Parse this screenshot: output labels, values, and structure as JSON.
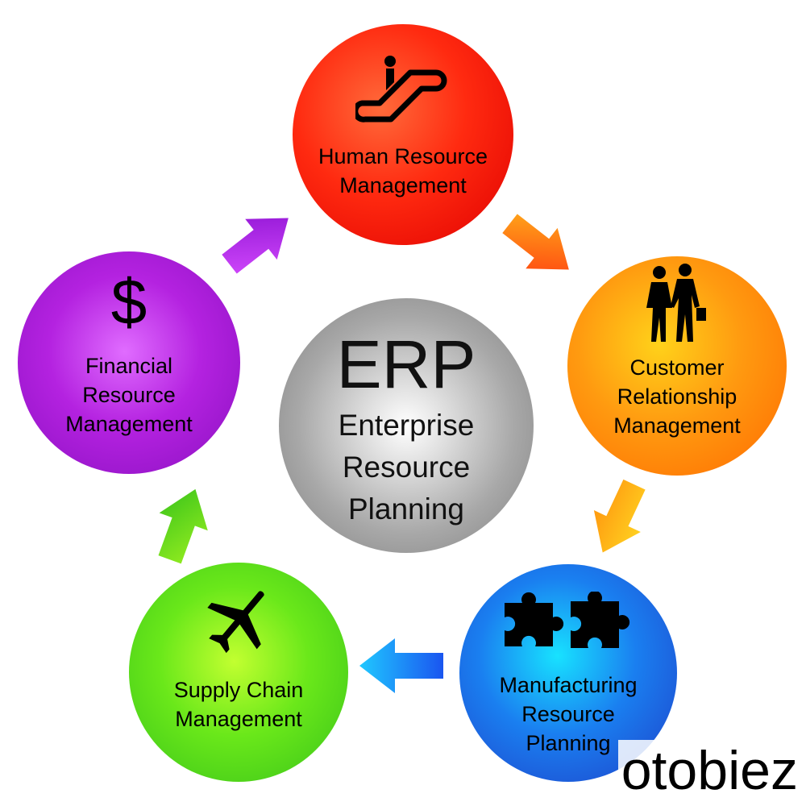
{
  "center": {
    "title": "ERP",
    "subtitle_lines": [
      "Enterprise",
      "Resource",
      "Planning"
    ]
  },
  "nodes": {
    "hr": {
      "lines": [
        "Human Resource",
        "Management"
      ],
      "icon": "escalator-icon",
      "color": "#ff2a10"
    },
    "crm": {
      "lines": [
        "Customer",
        "Relationship",
        "Management"
      ],
      "icon": "people-walking-icon",
      "color": "#ff9a10"
    },
    "mrp": {
      "lines": [
        "Manufacturing",
        "Resource",
        "Planning"
      ],
      "icon": "puzzle-pieces-icon",
      "color": "#1a7ff0"
    },
    "scm": {
      "lines": [
        "Supply Chain",
        "Management"
      ],
      "icon": "airplane-icon",
      "color": "#6ae81a"
    },
    "fin": {
      "lines": [
        "Financial",
        "Resource",
        "Management"
      ],
      "icon": "dollar-sign-icon",
      "symbol": "$",
      "color": "#b422e0"
    }
  },
  "watermark": "otobiez"
}
